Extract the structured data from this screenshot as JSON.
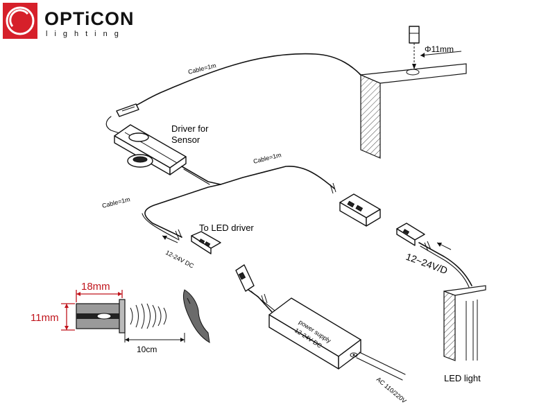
{
  "brand": {
    "name": "OPTiCON",
    "tagline": "lighting",
    "logo_color": "#d6202a"
  },
  "labels": {
    "cable_top": "Cable=1m",
    "cable_mid": "Cable=1m",
    "cable_left": "Cable=1m",
    "driver_line1": "Driver for",
    "driver_line2": "Sensor",
    "diameter": "Φ11mm",
    "to_led_driver": "To LED driver",
    "dc_small": "12-24V DC",
    "dc_large": "12~24V/D",
    "ps_line1": "power supply",
    "ps_line2": "12-24V DC",
    "ac": "AC 110/220V",
    "led_light": "LED light",
    "dim_width": "18mm",
    "dim_height": "11mm",
    "dim_distance": "10cm"
  },
  "colors": {
    "dimension": "#c0141c",
    "line": "#111111",
    "sensor_fill": "#9a9a9a",
    "hand_fill": "#6b6b6b"
  }
}
